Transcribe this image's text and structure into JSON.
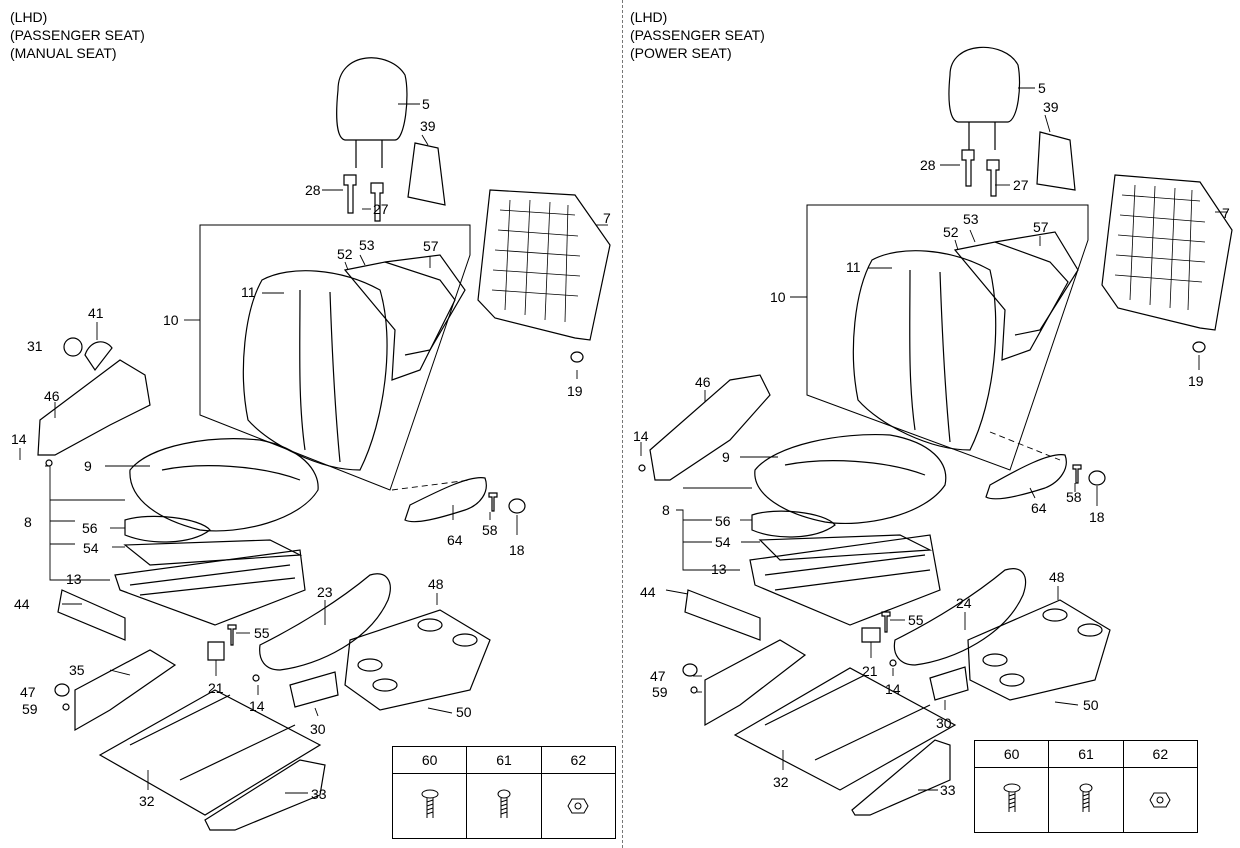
{
  "panels": [
    {
      "id": "left",
      "header": [
        "(LHD)",
        "(PASSENGER SEAT)",
        "(MANUAL SEAT)"
      ],
      "callouts": [
        "5",
        "39",
        "28",
        "27",
        "7",
        "52",
        "53",
        "57",
        "11",
        "10",
        "41",
        "31",
        "19",
        "46",
        "14",
        "9",
        "8",
        "56",
        "54",
        "13",
        "44",
        "64",
        "58",
        "18",
        "48",
        "23",
        "55",
        "35",
        "21",
        "47",
        "59",
        "14",
        "30",
        "50",
        "32",
        "33"
      ],
      "fastener_table": {
        "headers": [
          "60",
          "61",
          "62"
        ],
        "items": [
          "screw-icon",
          "screw-icon",
          "nut-icon"
        ]
      }
    },
    {
      "id": "right",
      "header": [
        "(LHD)",
        "(PASSENGER SEAT)",
        "(POWER SEAT)"
      ],
      "callouts": [
        "5",
        "39",
        "28",
        "27",
        "7",
        "53",
        "52",
        "57",
        "11",
        "10",
        "46",
        "19",
        "14",
        "9",
        "8",
        "56",
        "54",
        "13",
        "58",
        "18",
        "64",
        "44",
        "48",
        "24",
        "55",
        "47",
        "59",
        "21",
        "14",
        "30",
        "50",
        "32",
        "33"
      ],
      "fastener_table": {
        "headers": [
          "60",
          "61",
          "62"
        ],
        "items": [
          "screw-icon",
          "screw-icon",
          "nut-icon"
        ]
      }
    }
  ]
}
